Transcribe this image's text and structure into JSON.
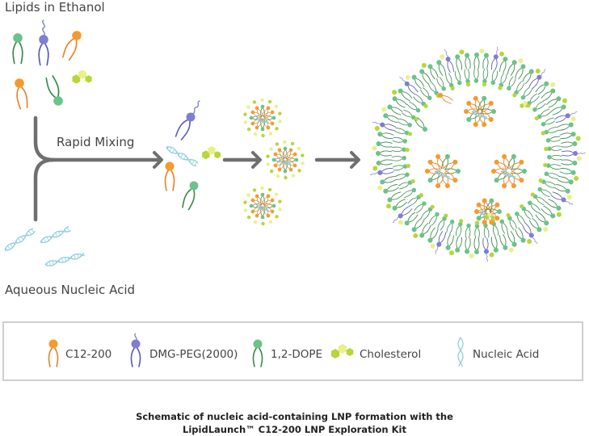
{
  "labels": {
    "lipids_in_ethanol": "Lipids in Ethanol",
    "rapid_mixing": "Rapid Mixing",
    "aqueous_nucleic_acid": "Aqueous Nucleic Acid"
  },
  "legend": {
    "items": [
      {
        "label": "C12-200",
        "icon": "c12-200-lipid-icon",
        "color": "#f59a2e"
      },
      {
        "label": "DMG-PEG(2000)",
        "icon": "dmg-peg-lipid-icon",
        "color": "#7e7fd0"
      },
      {
        "label": "1,2-DOPE",
        "icon": "dope-lipid-icon",
        "color": "#6cc28a"
      },
      {
        "label": "Cholesterol",
        "icon": "cholesterol-icon",
        "color": "#b6d63a"
      },
      {
        "label": "Nucleic Acid",
        "icon": "nucleic-acid-icon",
        "color": "#8fd0dc"
      }
    ]
  },
  "caption": {
    "line1": "Schematic of nucleic acid-containing LNP formation with the",
    "line2": "LipidLaunch™ C12-200 LNP Exploration Kit"
  },
  "colors": {
    "orange": "#f59a2e",
    "purple": "#7e7fd0",
    "green": "#6cc28a",
    "yellow_green": "#b6d63a",
    "pale_yellow": "#e9f08a",
    "cyan": "#8fd0dc",
    "arrow": "#6f6f6f",
    "orange_tail": "#e8822a",
    "purple_tail": "#5a5bb0",
    "green_tail": "#3a8a4a"
  }
}
